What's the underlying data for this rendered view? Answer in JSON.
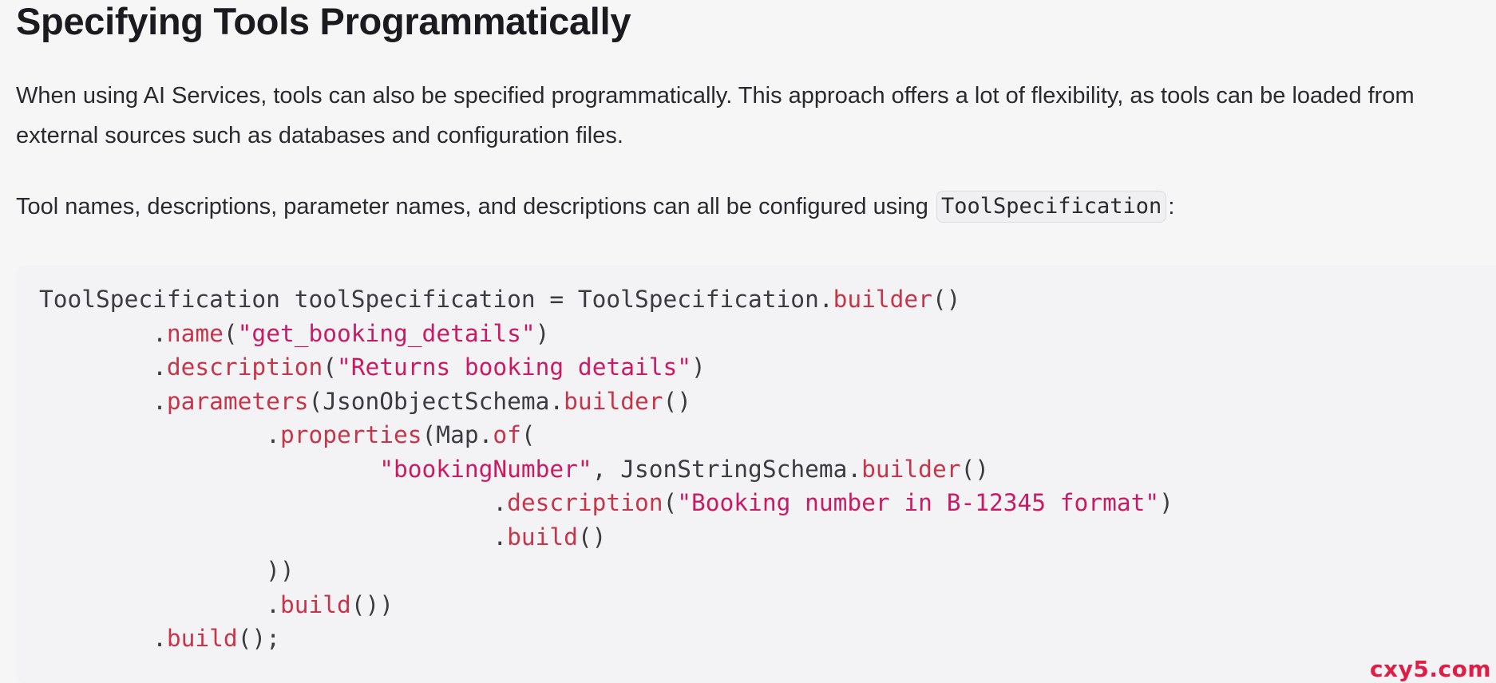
{
  "heading": "Specifying Tools Programmatically",
  "paragraphs": {
    "intro": "When using AI Services, tools can also be specified programmatically. This approach offers a lot of flexibility, as tools can be loaded from external sources such as databases and configuration files.",
    "config_before": "Tool names, descriptions, parameter names, and descriptions can all be configured using ",
    "config_code": "ToolSpecification",
    "config_after": ":"
  },
  "code": {
    "language": "java",
    "lines": [
      [
        {
          "t": "ToolSpecification toolSpecification = ToolSpecification.",
          "k": "plain"
        },
        {
          "t": "builder",
          "k": "fn"
        },
        {
          "t": "()",
          "k": "plain"
        }
      ],
      [
        {
          "t": "        .",
          "k": "plain"
        },
        {
          "t": "name",
          "k": "fn"
        },
        {
          "t": "(",
          "k": "plain"
        },
        {
          "t": "\"get_booking_details\"",
          "k": "str"
        },
        {
          "t": ")",
          "k": "plain"
        }
      ],
      [
        {
          "t": "        .",
          "k": "plain"
        },
        {
          "t": "description",
          "k": "fn"
        },
        {
          "t": "(",
          "k": "plain"
        },
        {
          "t": "\"Returns booking details\"",
          "k": "str"
        },
        {
          "t": ")",
          "k": "plain"
        }
      ],
      [
        {
          "t": "        .",
          "k": "plain"
        },
        {
          "t": "parameters",
          "k": "fn"
        },
        {
          "t": "(JsonObjectSchema.",
          "k": "plain"
        },
        {
          "t": "builder",
          "k": "fn"
        },
        {
          "t": "()",
          "k": "plain"
        }
      ],
      [
        {
          "t": "                .",
          "k": "plain"
        },
        {
          "t": "properties",
          "k": "fn"
        },
        {
          "t": "(Map.",
          "k": "plain"
        },
        {
          "t": "of",
          "k": "fn"
        },
        {
          "t": "(",
          "k": "plain"
        }
      ],
      [
        {
          "t": "                        ",
          "k": "plain"
        },
        {
          "t": "\"bookingNumber\"",
          "k": "str"
        },
        {
          "t": ", JsonStringSchema.",
          "k": "plain"
        },
        {
          "t": "builder",
          "k": "fn"
        },
        {
          "t": "()",
          "k": "plain"
        }
      ],
      [
        {
          "t": "                                .",
          "k": "plain"
        },
        {
          "t": "description",
          "k": "fn"
        },
        {
          "t": "(",
          "k": "plain"
        },
        {
          "t": "\"Booking number in B-12345 format\"",
          "k": "str"
        },
        {
          "t": ")",
          "k": "plain"
        }
      ],
      [
        {
          "t": "                                .",
          "k": "plain"
        },
        {
          "t": "build",
          "k": "fn"
        },
        {
          "t": "()",
          "k": "plain"
        }
      ],
      [
        {
          "t": "                ))",
          "k": "plain"
        }
      ],
      [
        {
          "t": "                .",
          "k": "plain"
        },
        {
          "t": "build",
          "k": "fn"
        },
        {
          "t": "())",
          "k": "plain"
        }
      ],
      [
        {
          "t": "        .",
          "k": "plain"
        },
        {
          "t": "build",
          "k": "fn"
        },
        {
          "t": "();",
          "k": "plain"
        }
      ]
    ]
  },
  "watermark": "cxy5.com",
  "colors": {
    "page_background": "#f6f6f7",
    "code_background": "#f3f3f5",
    "function_token": "#c6354a",
    "string_token": "#c91b63",
    "watermark": "#e01e45"
  }
}
